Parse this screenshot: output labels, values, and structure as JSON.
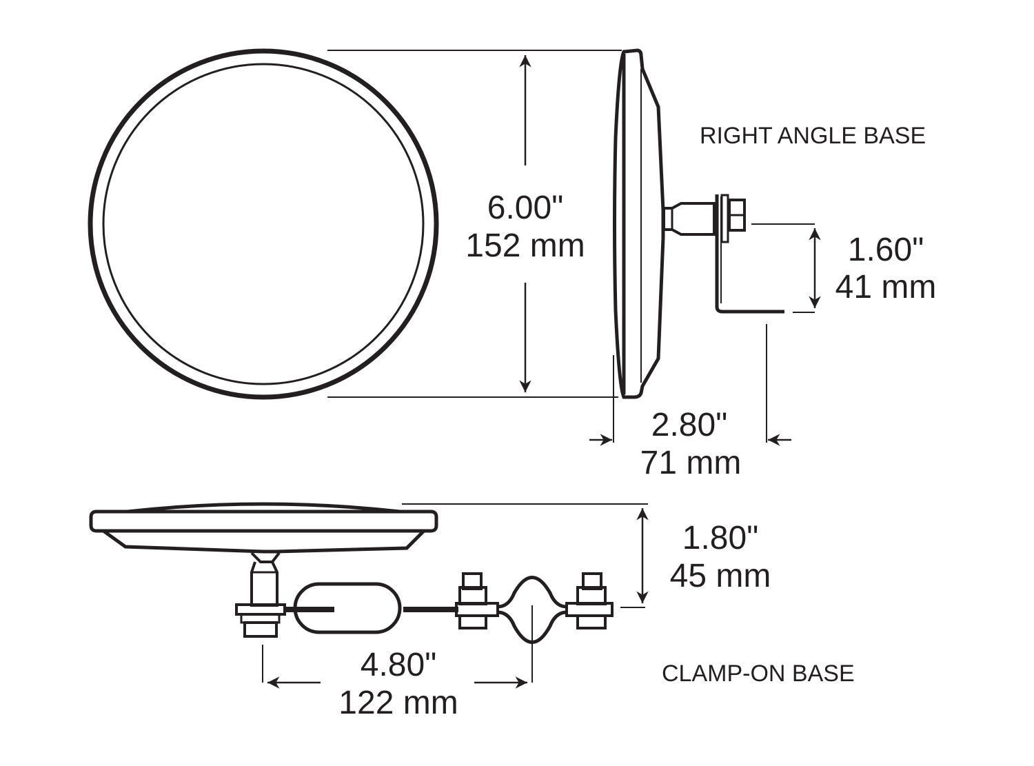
{
  "colors": {
    "ink": "#231f20",
    "background": "#ffffff"
  },
  "labels": {
    "right_angle_base": "RIGHT ANGLE BASE",
    "clamp_on_base": "CLAMP-ON BASE"
  },
  "dimensions": {
    "diameter": {
      "inches": "6.00\"",
      "mm": "152 mm"
    },
    "bracket_height": {
      "inches": "1.60\"",
      "mm": "41 mm"
    },
    "depth_right_angle": {
      "inches": "2.80\"",
      "mm": "71 mm"
    },
    "depth_clamp": {
      "inches": "1.80\"",
      "mm": "45 mm"
    },
    "clamp_offset": {
      "inches": "4.80\"",
      "mm": "122 mm"
    }
  }
}
